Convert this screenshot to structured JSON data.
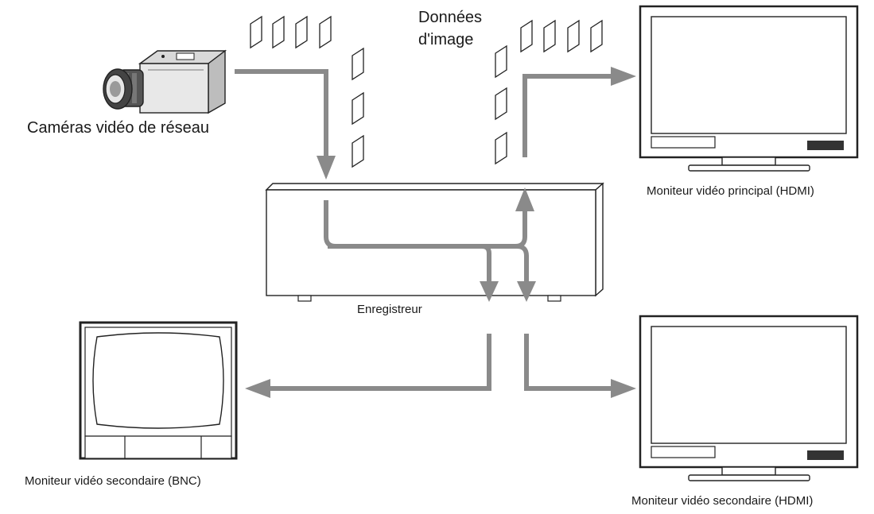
{
  "labels": {
    "camera": "Caméras vidéo de réseau",
    "image_data_line1": "Données",
    "image_data_line2": "d'image",
    "main_monitor": "Moniteur vidéo principal (HDMI)",
    "recorder": "Enregistreur",
    "secondary_bnc": "Moniteur vidéo secondaire (BNC)",
    "secondary_hdmi": "Moniteur vidéo secondaire (HDMI)"
  },
  "colors": {
    "flow_arrow": "#8a8a8a",
    "outline": "#222222",
    "background": "#ffffff"
  }
}
